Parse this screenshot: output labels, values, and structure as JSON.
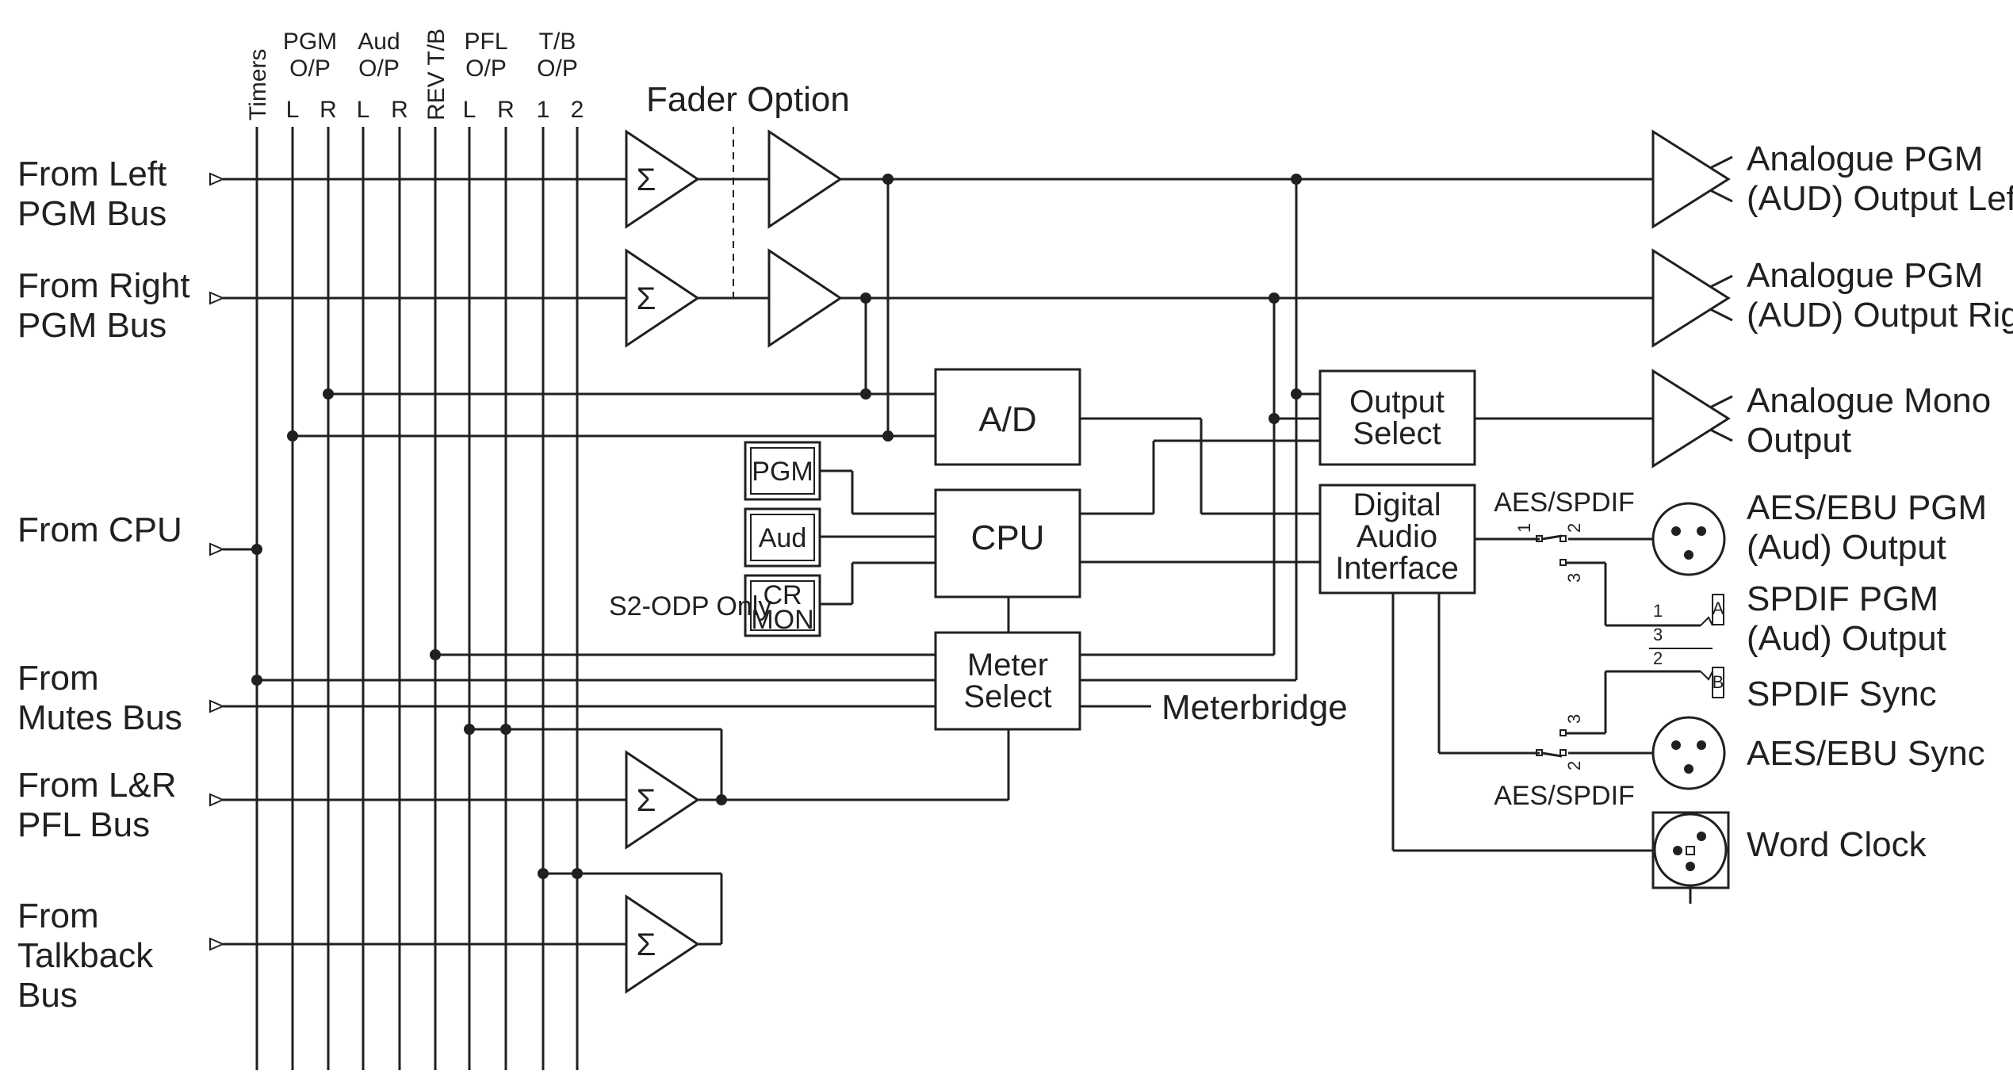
{
  "inputs": [
    {
      "line1": "From Left",
      "line2": "PGM Bus",
      "line3": ""
    },
    {
      "line1": "From Right",
      "line2": "PGM Bus",
      "line3": ""
    },
    {
      "line1": "From CPU",
      "line2": "",
      "line3": ""
    },
    {
      "line1": "From",
      "line2": "Mutes Bus",
      "line3": ""
    },
    {
      "line1": "From L&R",
      "line2": "PFL Bus",
      "line3": ""
    },
    {
      "line1": "From",
      "line2": "Talkback",
      "line3": "Bus"
    }
  ],
  "bus_headers": {
    "timers": "Timers",
    "pgm_top": "PGM",
    "pgm_bottom": "O/P",
    "aud_top": "Aud",
    "aud_bottom": "O/P",
    "rev_tb": "REV T/B",
    "pfl_top": "PFL",
    "pfl_bottom": "O/P",
    "tb_top": "T/B",
    "tb_bottom": "O/P",
    "pgm_l": "L",
    "pgm_r": "R",
    "aud_l": "L",
    "aud_r": "R",
    "pfl_l": "L",
    "pfl_r": "R",
    "tb_1": "1",
    "tb_2": "2"
  },
  "summing_symbol": "Σ",
  "fader_option": "Fader Option",
  "blocks": {
    "ad": "A/D",
    "cpu": "CPU",
    "meter_line1": "Meter",
    "meter_line2": "Select",
    "output_line1": "Output",
    "output_line2": "Select",
    "dai_line1": "Digital",
    "dai_line2": "Audio",
    "dai_line3": "Interface"
  },
  "buttons": {
    "pgm": "PGM",
    "aud": "Aud",
    "crmon_line1": "CR",
    "crmon_line2": "MON",
    "s2_note": "S2-ODP Only"
  },
  "meterbridge": "Meterbridge",
  "aes_spdif_top": "AES/SPDIF",
  "aes_spdif_bottom": "AES/SPDIF",
  "pins": {
    "p1": "1",
    "p2": "2",
    "p3": "3",
    "a": "A",
    "b": "B"
  },
  "outputs": [
    {
      "line1": "Analogue PGM",
      "line2": "(AUD) Output Left"
    },
    {
      "line1": "Analogue PGM",
      "line2": "(AUD) Output Right"
    },
    {
      "line1": "Analogue Mono",
      "line2": "Output"
    },
    {
      "line1": "AES/EBU PGM",
      "line2": "(Aud) Output"
    },
    {
      "line1": "SPDIF PGM",
      "line2": "(Aud) Output"
    },
    {
      "line1": "SPDIF Sync",
      "line2": ""
    },
    {
      "line1": "AES/EBU Sync",
      "line2": ""
    },
    {
      "line1": "Word Clock",
      "line2": ""
    }
  ]
}
